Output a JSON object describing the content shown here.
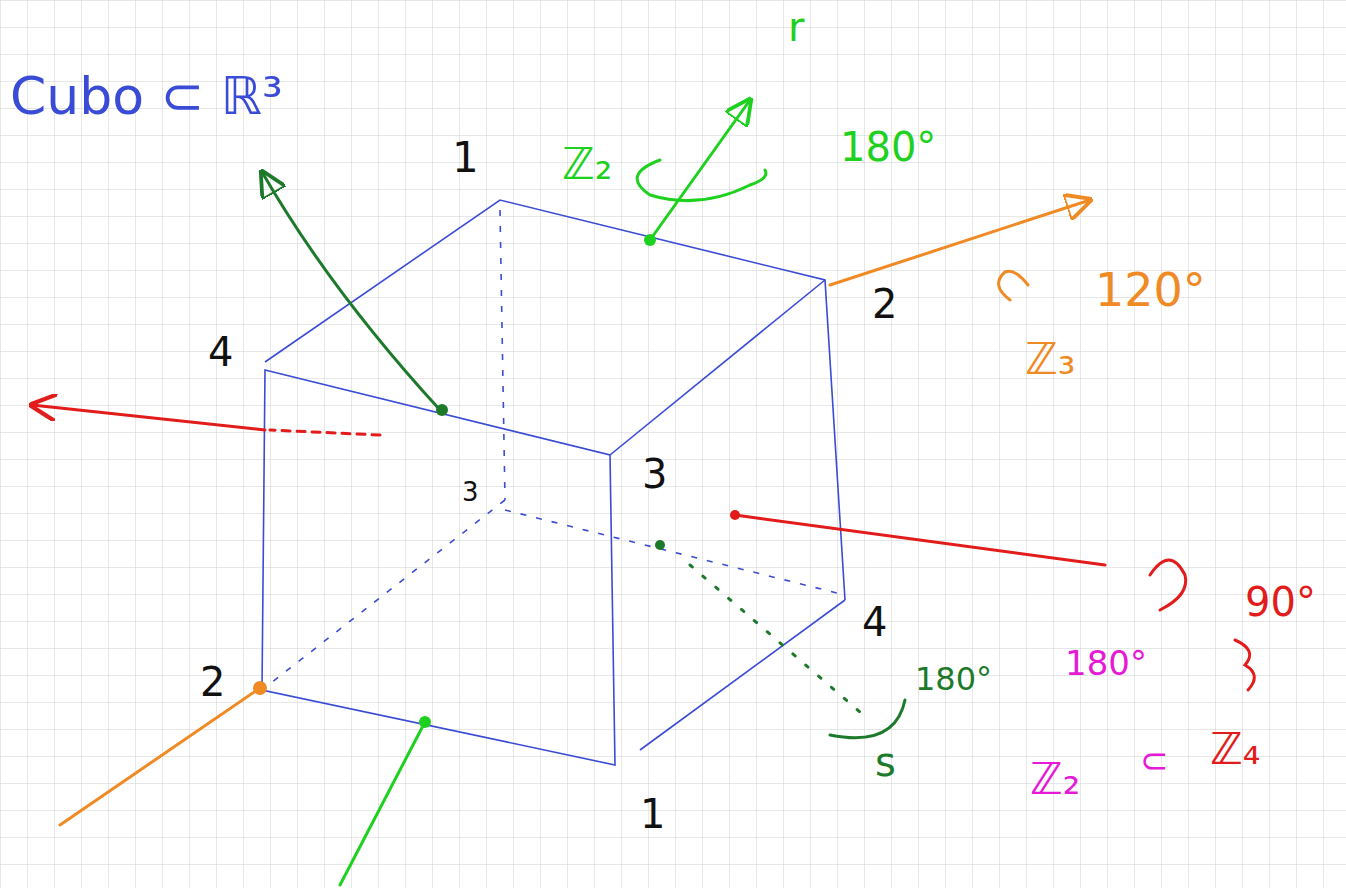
{
  "diagram": {
    "title": "Cubo ⊂ ℝ³",
    "labels": [
      "1",
      "r",
      "ℤ₂",
      "180°",
      "2",
      "120°",
      "ℤ₃",
      "4",
      "3",
      "3",
      "4",
      "90°",
      "180°",
      "180°",
      "2",
      "s",
      "ℤ₂",
      "⊂",
      "ℤ₄",
      "1"
    ]
  }
}
